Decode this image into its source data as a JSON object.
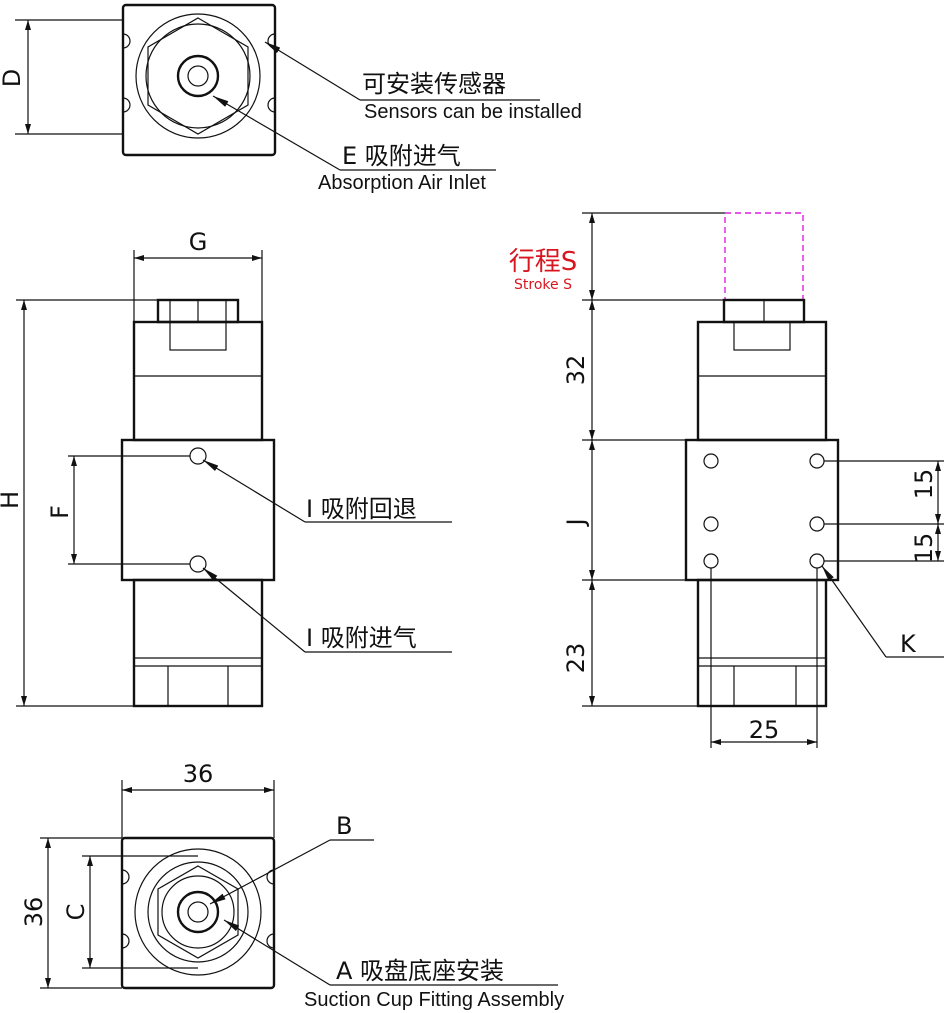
{
  "colors": {
    "stroke": "#111111",
    "stroke_label": "#d8161f",
    "stroke_box": "#e020e0"
  },
  "top_view": {
    "dim_D": "D",
    "sensor_label_cn": "可安装传感器",
    "sensor_label_en": "Sensors can be installed",
    "inlet_label_cn": "E 吸附进气",
    "inlet_label_en": "Absorption Air Inlet"
  },
  "front_view": {
    "dim_G": "G",
    "dim_H": "H",
    "dim_F": "F",
    "retract_label": "I 吸附回退",
    "intake_label": "I 吸附进气"
  },
  "side_view": {
    "stroke_cn": "行程S",
    "stroke_en": "Stroke S",
    "dim_32": "32",
    "dim_J": "J",
    "dim_23": "23",
    "dim_15a": "15",
    "dim_15b": "15",
    "dim_25": "25",
    "label_K": "K"
  },
  "bottom_view": {
    "dim_width": "36",
    "dim_height": "36",
    "dim_C": "C",
    "label_B": "B",
    "mount_label_cn": "A 吸盘底座安装",
    "mount_label_en": "Suction Cup Fitting Assembly"
  }
}
